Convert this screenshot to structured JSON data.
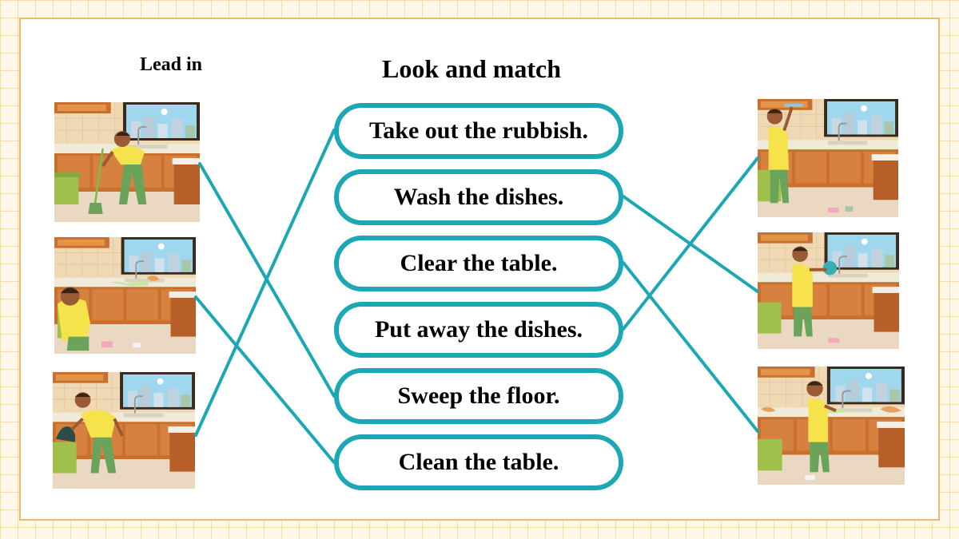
{
  "lead_in": "Lead in",
  "title": "Look and match",
  "phrases": [
    "Take out the rubbish.",
    "Wash the dishes.",
    "Clear the table.",
    "Put away the dishes.",
    "Sweep the floor.",
    "Clean the table."
  ],
  "colors": {
    "accent": "#1ba7b3",
    "frame": "#f1b96a",
    "shirt": "#f6e24a",
    "pants": "#6aa35a",
    "cabinet": "#c9702e",
    "tile": "#efd8b4"
  }
}
